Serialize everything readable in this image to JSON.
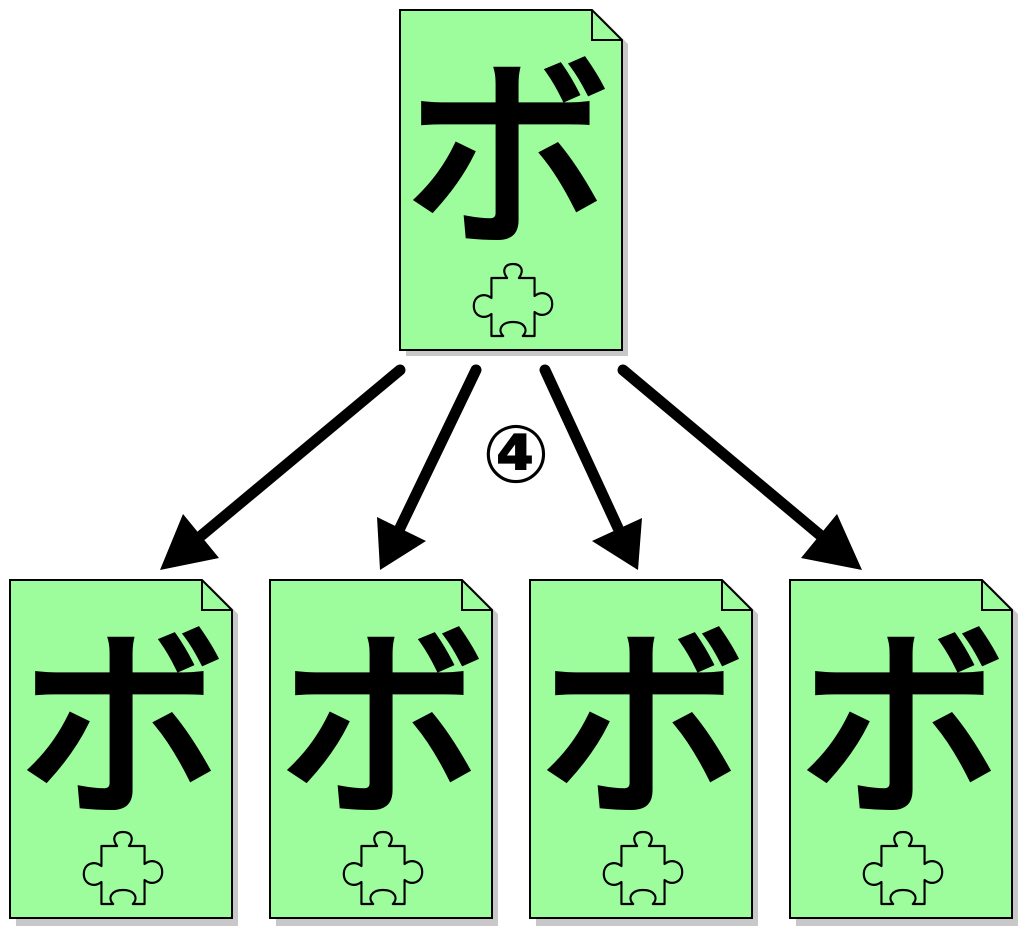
{
  "diagram": {
    "source_card": {
      "glyph": "ボ",
      "icon": "puzzle-piece-icon"
    },
    "step_marker": "④",
    "target_cards": [
      {
        "glyph": "ボ",
        "icon": "puzzle-piece-icon"
      },
      {
        "glyph": "ボ",
        "icon": "puzzle-piece-icon"
      },
      {
        "glyph": "ボ",
        "icon": "puzzle-piece-icon"
      },
      {
        "glyph": "ボ",
        "icon": "puzzle-piece-icon"
      }
    ],
    "colors": {
      "card_fill": "#9dfd9d",
      "ink": "#000000",
      "shadow": "#9a9a9a"
    }
  }
}
